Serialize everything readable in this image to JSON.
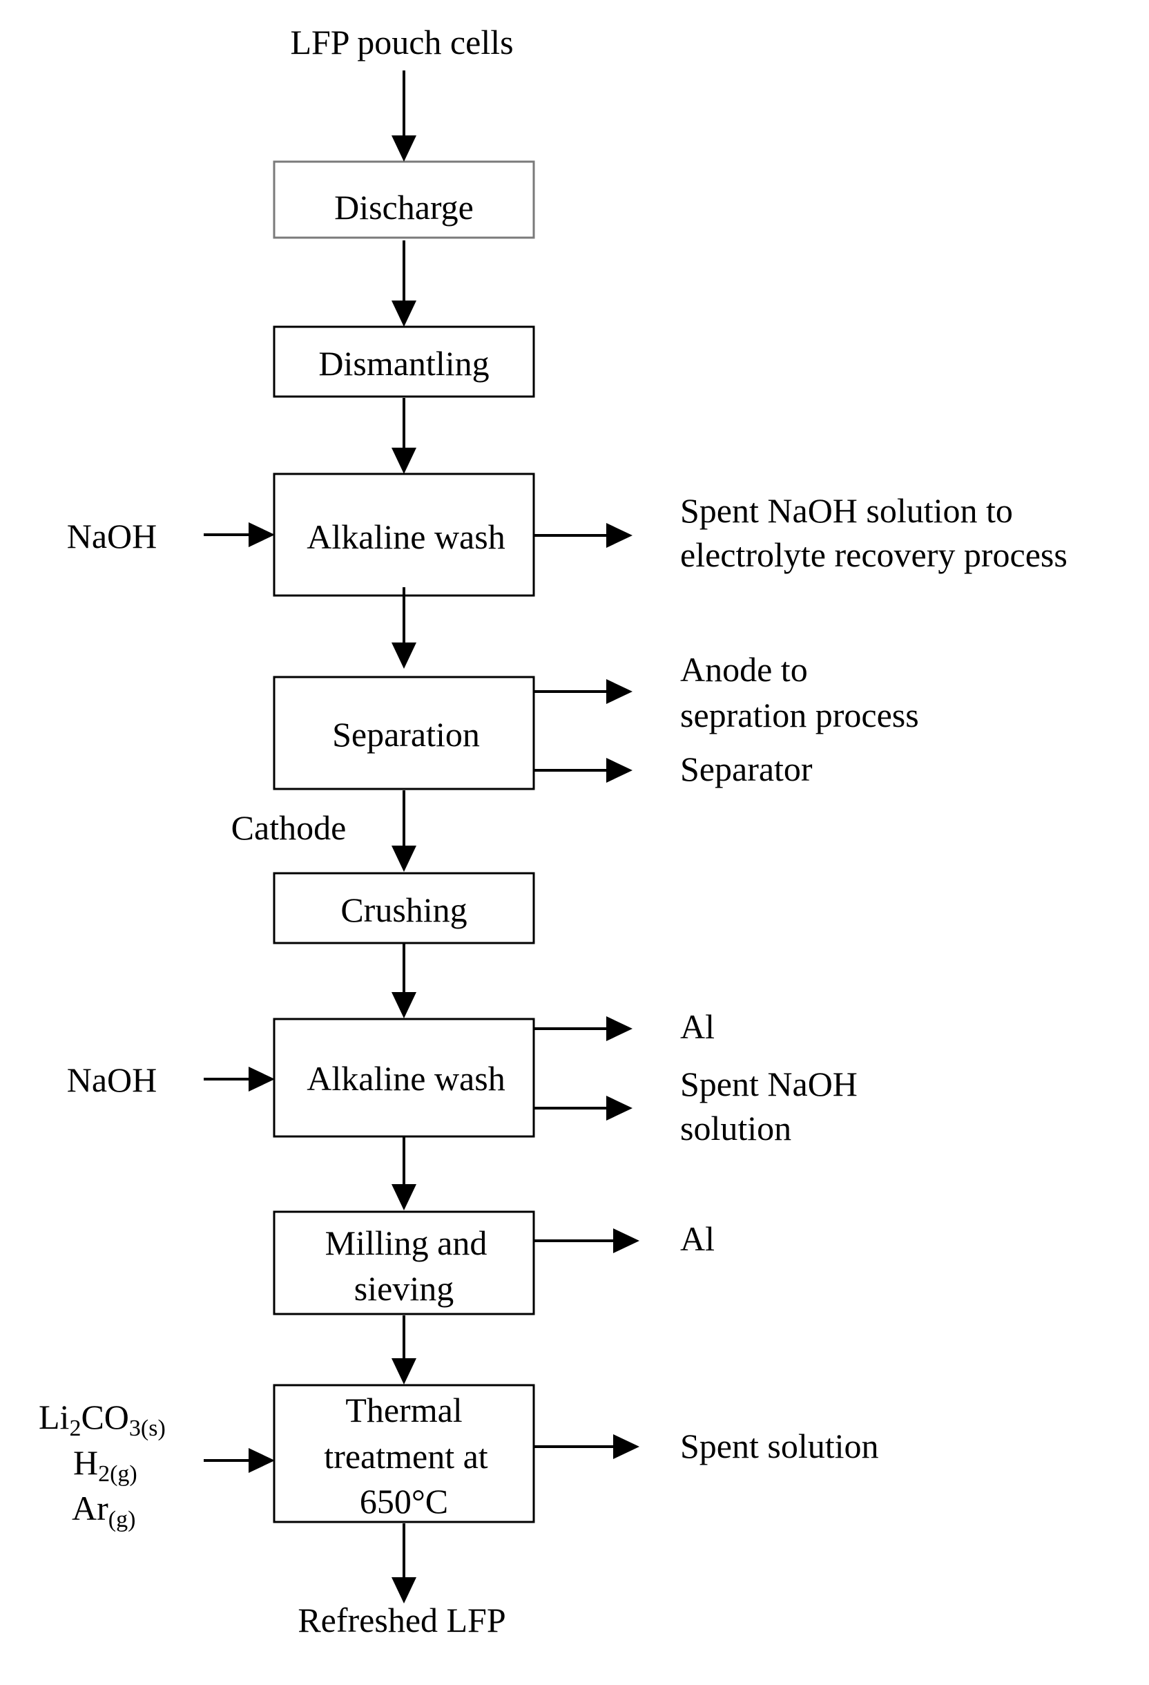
{
  "input": "LFP pouch cells",
  "output": "Refreshed LFP",
  "steps": {
    "discharge": [
      "Discharge"
    ],
    "dismantling": [
      "Dismantling"
    ],
    "alkaline_wash_1": [
      "Alkaline wash"
    ],
    "separation": [
      "Separation"
    ],
    "crushing": [
      "Crushing"
    ],
    "alkaline_wash_2": [
      "Alkaline wash"
    ],
    "milling": [
      "Milling and",
      "sieving"
    ],
    "thermal": [
      "Thermal",
      "treatment at",
      "650°C"
    ]
  },
  "inputs": {
    "naoh_1": "NaOH",
    "naoh_2": "NaOH",
    "thermal": {
      "li2co3": {
        "base": "Li",
        "sub1": "2",
        "mid": "CO",
        "sub2": "3(s)"
      },
      "h2": {
        "base": "H",
        "sub": "2(g)"
      },
      "ar": {
        "base": "Ar",
        "sub": "(g)"
      }
    }
  },
  "outputs": {
    "wash_1": [
      "Spent NaOH solution to",
      "electrolyte recovery process"
    ],
    "separation_anode": [
      "Anode to",
      "sepration process"
    ],
    "separation_separator": "Separator",
    "cathode": "Cathode",
    "wash_2_al": "Al",
    "wash_2_spent": [
      "Spent NaOH",
      "solution"
    ],
    "milling_al": "Al",
    "thermal_spent": "Spent solution"
  },
  "colors": {
    "line": "#000000",
    "box_border": "#000000",
    "first_box_border": "#7a7a7a"
  }
}
